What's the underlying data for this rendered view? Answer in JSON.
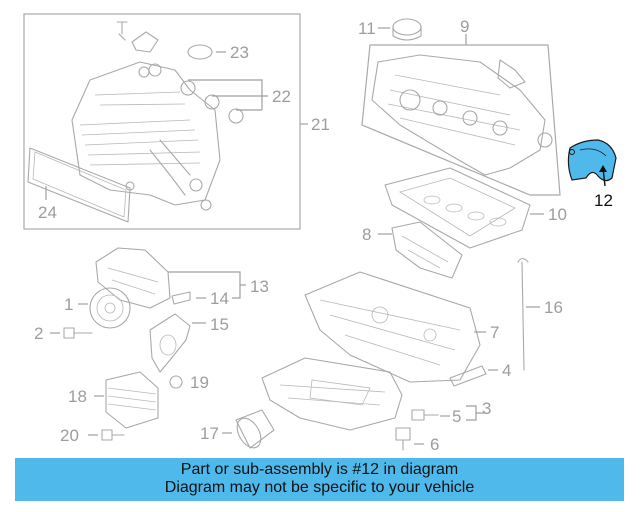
{
  "diagram": {
    "highlight_color": "#4fb9ec",
    "callouts": {
      "c1": "1",
      "c2": "2",
      "c3": "3",
      "c4": "4",
      "c5": "5",
      "c6": "6",
      "c7": "7",
      "c8": "8",
      "c9": "9",
      "c10": "10",
      "c11": "11",
      "c12": "12",
      "c13": "13",
      "c14": "14",
      "c15": "15",
      "c16": "16",
      "c17": "17",
      "c18": "18",
      "c19": "19",
      "c20": "20",
      "c21": "21",
      "c22": "22",
      "c23": "23",
      "c24": "24"
    },
    "highlighted_part": "12"
  },
  "caption": {
    "line1": "Part or sub-assembly is #12 in diagram",
    "line2": "Diagram may not be specific to your vehicle"
  }
}
